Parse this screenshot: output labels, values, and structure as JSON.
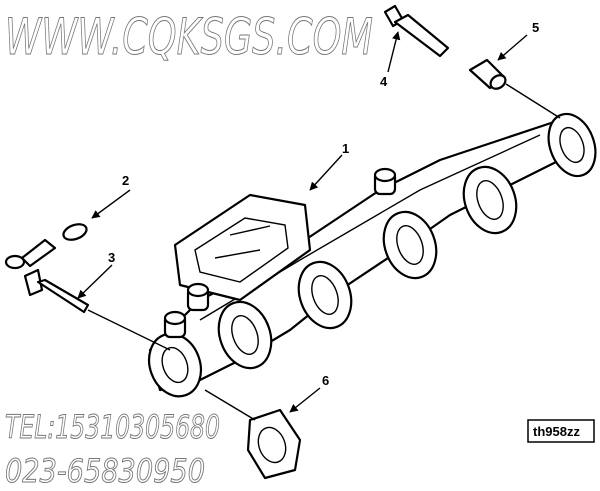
{
  "callouts": [
    "1",
    "2",
    "3",
    "4",
    "5",
    "6"
  ],
  "reference_code": "th958zz",
  "watermark": {
    "site": "WWW.CQKSGS.COM",
    "tel": "TEL:15310305680",
    "phone": "023-65830950"
  }
}
